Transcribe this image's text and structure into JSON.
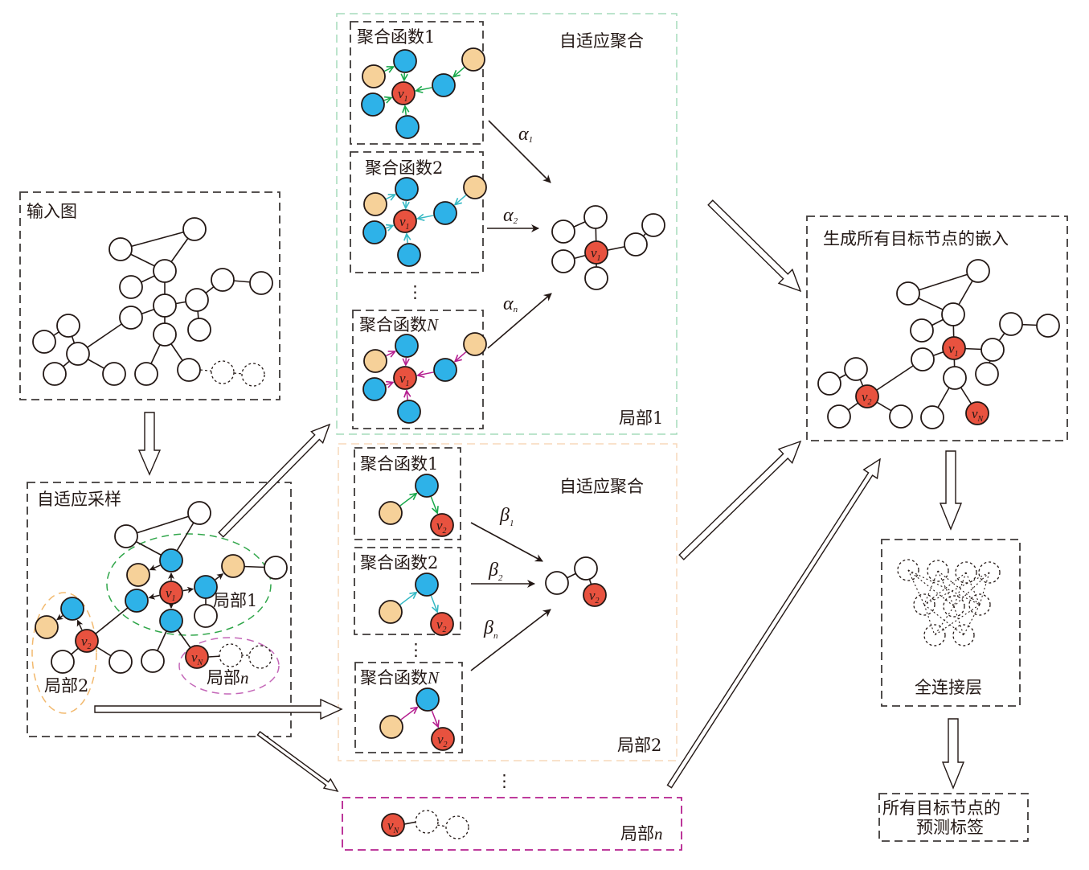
{
  "colors": {
    "red_node": "#e8523f",
    "blue_node": "#2eb2e8",
    "orange_node": "#f6d199",
    "white_node": "#ffffff",
    "stroke": "#231815",
    "green_arrow": "#17a84a",
    "cyan_arrow": "#35b9c4",
    "magenta_arrow": "#b51e8f",
    "part1_border": "#a6dcbc",
    "part2_border": "#f7d8bb",
    "partn_border": "#b5208f",
    "ellipse_green": "#30a64a",
    "ellipse_orange": "#f2b96e",
    "ellipse_magenta": "#c467b8"
  },
  "input_graph": {
    "title": "输入图"
  },
  "adaptive_sampling": {
    "title": "自适应采样",
    "part1_label": "局部1",
    "part2_label": "局部2",
    "partn_label": "局部",
    "partn_var": "n"
  },
  "part1_panel": {
    "title": "自适应聚合",
    "corner_label": "局部1",
    "functions": [
      {
        "label": "聚合函数1"
      },
      {
        "label": "聚合函数2"
      },
      {
        "label": "聚合函数",
        "var": "N"
      }
    ],
    "weights": [
      {
        "symbol": "α",
        "sub": "1"
      },
      {
        "symbol": "α",
        "sub": "2"
      },
      {
        "symbol": "α",
        "sub": "n"
      }
    ],
    "ellipsis": "⋮"
  },
  "part2_panel": {
    "title": "自适应聚合",
    "corner_label": "局部2",
    "functions": [
      {
        "label": "聚合函数1"
      },
      {
        "label": "聚合函数2"
      },
      {
        "label": "聚合函数",
        "var": "N"
      }
    ],
    "weights": [
      {
        "symbol": "β",
        "sub": "1"
      },
      {
        "symbol": "β",
        "sub": "2"
      },
      {
        "symbol": "β",
        "sub": "n"
      }
    ],
    "ellipsis": "⋮"
  },
  "partn_panel": {
    "corner_label": "局部",
    "corner_var": "n",
    "ellipsis_above": "⋮"
  },
  "embedding": {
    "title": "生成所有目标节点的嵌入"
  },
  "fc_layer": {
    "title": "全连接层"
  },
  "output": {
    "line1": "所有目标节点的",
    "line2": "预测标签"
  },
  "node_labels": {
    "v": "v",
    "v1": "1",
    "v2": "2",
    "vN": "N"
  }
}
